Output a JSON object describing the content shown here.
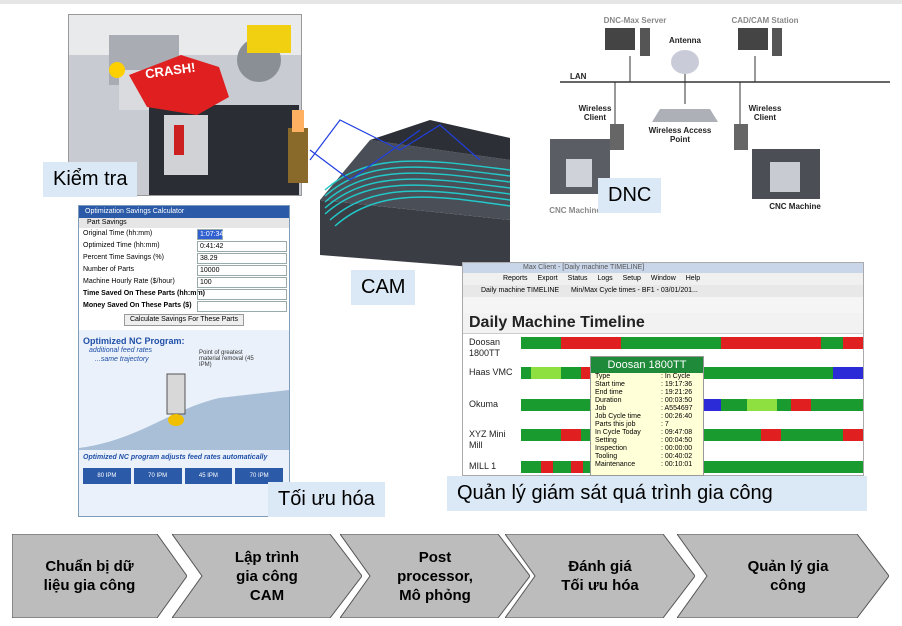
{
  "labels": {
    "kiem_tra": "Kiểm tra",
    "cam": "CAM",
    "dnc": "DNC",
    "toi_uu_hoa": "Tối ưu hóa",
    "quan_ly": "Quản lý giám sát quá trình gia công"
  },
  "crash_text": "CRASH!",
  "optimization": {
    "title": "Optimization Savings Calculator",
    "section": "Part Savings",
    "rows": [
      {
        "label": "Original Time (hh:mm)",
        "value": "1:07:34"
      },
      {
        "label": "Optimized Time (hh:mm)",
        "value": "0:41:42"
      },
      {
        "label": "Percent Time Savings (%)",
        "value": "38.29"
      },
      {
        "label": "Number of Parts",
        "value": "10000"
      },
      {
        "label": "Machine Hourly Rate ($/hour)",
        "value": "100"
      },
      {
        "label": "Time Saved On These Parts (hh:mm)",
        "value": ""
      },
      {
        "label": "Money Saved On These Parts ($)",
        "value": ""
      }
    ],
    "calc_button": "Calculate Savings For These Parts",
    "graphic_title": "Optimized NC Program:",
    "graphic_sub1": "additional feed rates",
    "graphic_sub2": "...same trajectory",
    "graphic_note": "Point of greatest material removal (45 IPM)",
    "graphic_caption": "Optimized NC program adjusts feed rates automatically",
    "feed_rates": [
      "80 IPM",
      "70 IPM",
      "45 IPM",
      "70 IPM"
    ]
  },
  "dnc_diagram": {
    "server": "DNC-Max Server",
    "cadcam": "CAD/CAM Station",
    "antenna": "Antenna",
    "lan": "LAN",
    "wireless_client_left": "Wireless Client",
    "wireless_client_right": "Wireless Client",
    "access_point": "Wireless Access Point",
    "cnc_left": "CNC Machine",
    "cnc_right": "CNC Machine"
  },
  "timeline": {
    "window_title": "Max Client - [Daily machine TIMELINE]",
    "menu": [
      "Reports",
      "Export",
      "Status",
      "Logs",
      "Setup",
      "Window",
      "Help"
    ],
    "tabs": [
      "Daily machine TIMELINE",
      "Min/Max Cycle times - BF1 - 03/01/201..."
    ],
    "header": "Daily Machine Timeline",
    "machines": [
      {
        "name": "Doosan 1800TT"
      },
      {
        "name": "Haas VMC"
      },
      {
        "name": "Okuma"
      },
      {
        "name": "XYZ Mini Mill"
      },
      {
        "name": "MILL 1"
      }
    ],
    "tooltip": {
      "title": "Doosan 1800TT",
      "items": [
        {
          "k": "Type",
          "v": ": In Cycle"
        },
        {
          "k": "Start time",
          "v": ": 19:17:36"
        },
        {
          "k": "End time",
          "v": ": 19:21:26"
        },
        {
          "k": "Duration",
          "v": ": 00:03:50"
        },
        {
          "k": "Job",
          "v": ": A554697"
        },
        {
          "k": "Job Cycle time",
          "v": ": 00:26:40"
        },
        {
          "k": "Parts this job",
          "v": ": 7"
        },
        {
          "k": "In Cycle Today",
          "v": ": 09:47:08"
        },
        {
          "k": "Setting",
          "v": ": 00:04:50"
        },
        {
          "k": "Inspection",
          "v": ": 00:00:00"
        },
        {
          "k": "Tooling",
          "v": ": 00:40:02"
        },
        {
          "k": "Maintenance",
          "v": ": 00:10:01"
        }
      ]
    }
  },
  "process": [
    {
      "line1": "Chuẩn bị dữ",
      "line2": "liệu gia công",
      "line3": ""
    },
    {
      "line1": "Lập trình",
      "line2": "gia công",
      "line3": "CAM"
    },
    {
      "line1": "Post",
      "line2": "processor,",
      "line3": "Mô phỏng"
    },
    {
      "line1": "Đánh giá",
      "line2": "Tối ưu hóa",
      "line3": ""
    },
    {
      "line1": "Quản lý gia",
      "line2": "công",
      "line3": ""
    }
  ],
  "colors": {
    "chevron": "#bcbcbc",
    "label_bg": "#dbe8f5",
    "green": "#1a9b2f",
    "red": "#e02020",
    "blue": "#2b2bd8",
    "cyan_toolpath": "#22c8c8"
  }
}
